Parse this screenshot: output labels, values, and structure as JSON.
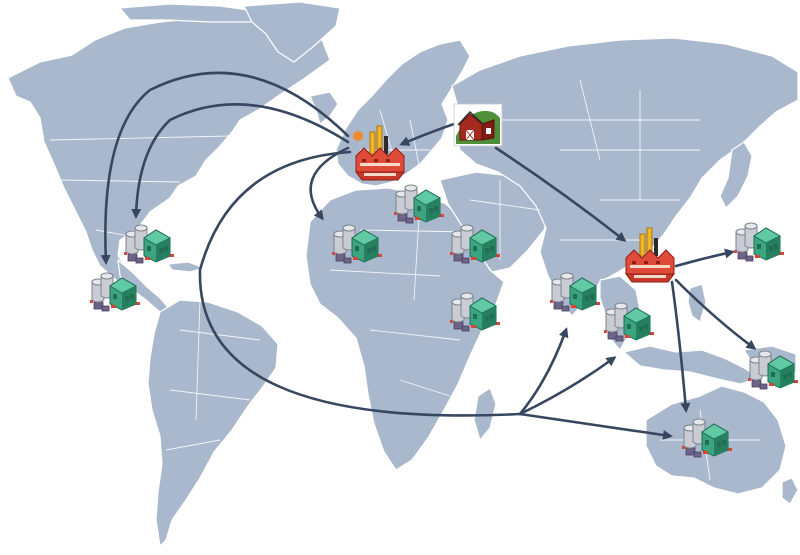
{
  "map": {
    "land_color": "#a9b8cc",
    "ocean_color": "#ffffff",
    "route_color": "#37475f",
    "plant_color": "#3ba582",
    "factory_color": "#e04a38"
  },
  "icons": {
    "farm": "farm-barn-icon",
    "factory": "factory-icon",
    "plant": "processing-plant-icon"
  },
  "nodes": {
    "farm_source": "farm-barn-icon",
    "factory_europe": "factory-icon",
    "factory_china": "factory-icon",
    "plants": [
      "plant-north-america",
      "plant-central-america",
      "plant-west-africa",
      "plant-central-europe",
      "plant-middle-east",
      "plant-east-africa",
      "plant-india",
      "plant-south-east-asia",
      "plant-japan",
      "plant-indonesia",
      "plant-australia"
    ]
  }
}
